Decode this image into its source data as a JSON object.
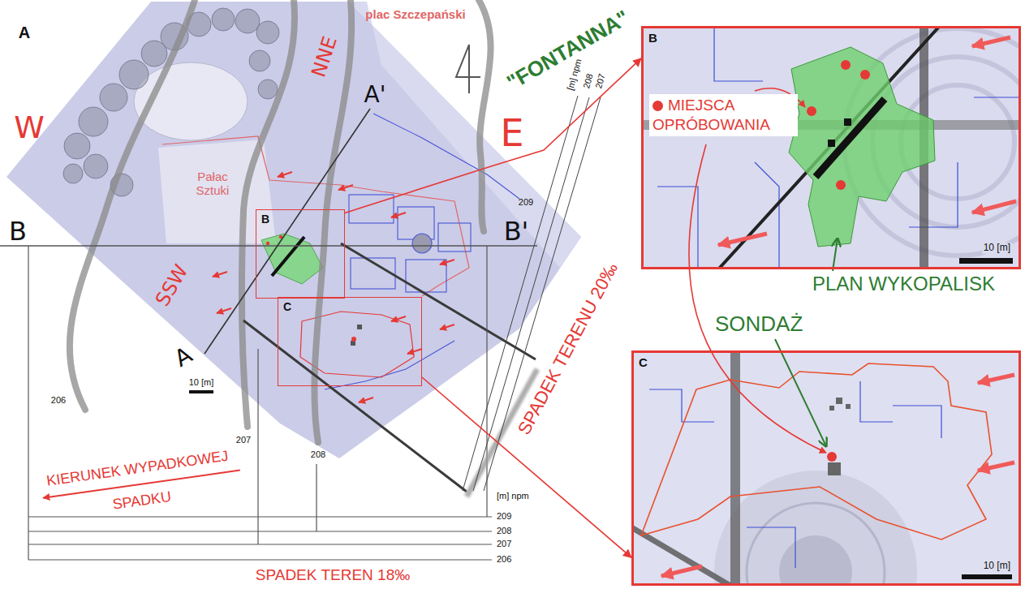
{
  "diagram": {
    "nodes": [
      {
        "text": [
          "B"
        ]
      },
      {
        "text": [
          "C"
        ]
      },
      {
        "text": [
          "B",
          "10 [m]"
        ]
      },
      {
        "text": [
          "C",
          "10 [m]"
        ]
      }
    ],
    "edges": [
      {
        "from": 0,
        "to": 2,
        "arrow": "to"
      },
      {
        "from": 1,
        "to": 3,
        "arrow": "to"
      }
    ],
    "labels": [
      "A",
      "plac Szczepański",
      "W",
      "NNE",
      "Pałac Sztuki",
      "A'",
      "B",
      "B'",
      "\"FONTANNA\"",
      "E",
      "SSW",
      "A",
      "10 [m]",
      "206",
      "207",
      "208",
      "209",
      "[m] npm",
      "208",
      "207",
      "SPADEK TERENU 20‰",
      "KIERUNEK WYPADKOWEJ SPADKU",
      "[m] npm",
      "209",
      "208",
      "207",
      "206",
      "SPADEK TEREN 18‰",
      "PLAN WYKOPALISK",
      "SONDAŻ"
    ],
    "legend": [
      {
        "text": "MIEJSCA OPRÓBOWANIA",
        "color": "#e53935"
      }
    ]
  }
}
